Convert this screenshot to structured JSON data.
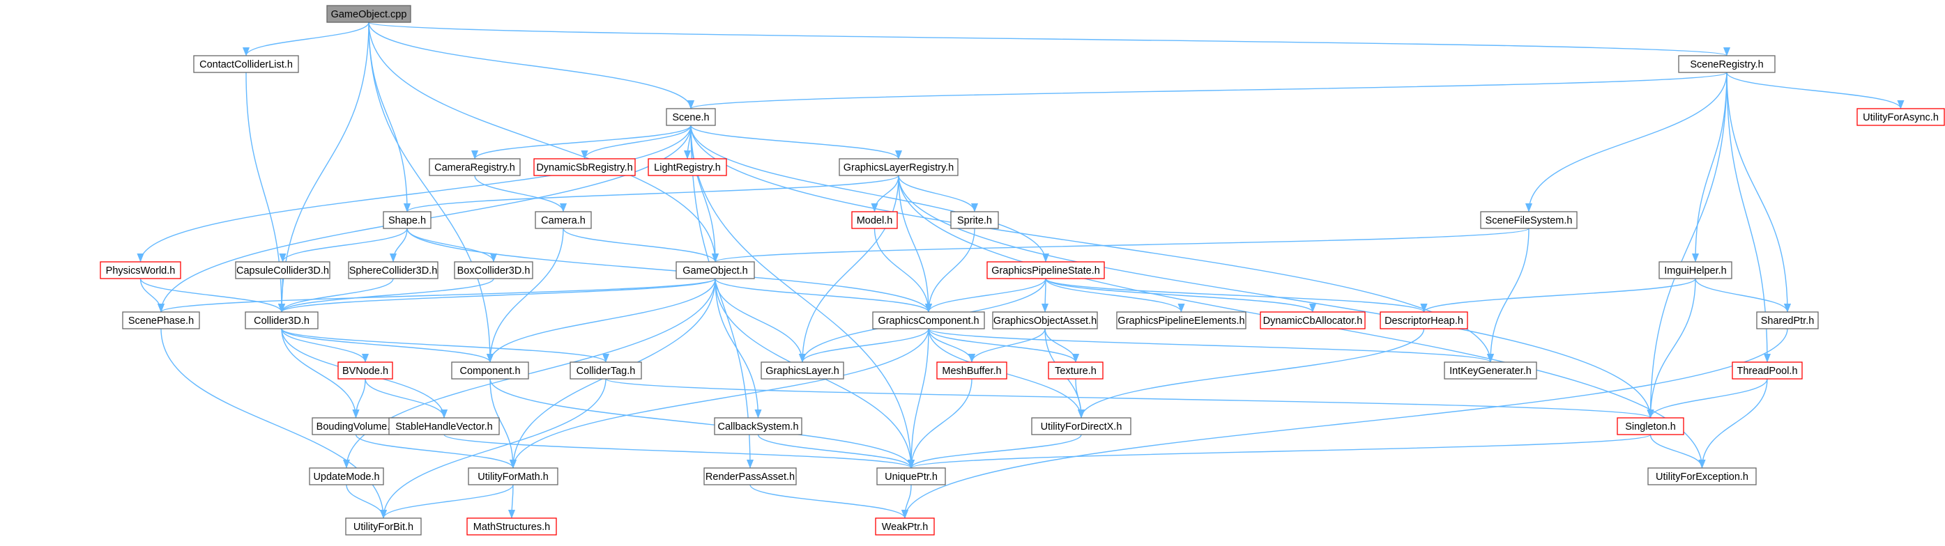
{
  "diagram": {
    "type": "include-dependency-graph",
    "colors": {
      "edge": "#63b8ff",
      "node_border": "#666666",
      "node_border_incomplete": "#ff0000",
      "root_fill": "#999999"
    },
    "nodes": [
      {
        "id": "GameObjectCpp",
        "label": "GameObject.cpp",
        "style": "root"
      },
      {
        "id": "ContactColliderList",
        "label": "ContactColliderList.h",
        "style": "normal"
      },
      {
        "id": "SceneRegistry",
        "label": "SceneRegistry.h",
        "style": "normal"
      },
      {
        "id": "UtilityForAsync",
        "label": "UtilityForAsync.h",
        "style": "red"
      },
      {
        "id": "Scene",
        "label": "Scene.h",
        "style": "normal"
      },
      {
        "id": "CameraRegistry",
        "label": "CameraRegistry.h",
        "style": "normal"
      },
      {
        "id": "DynamicSbRegistry",
        "label": "DynamicSbRegistry.h",
        "style": "red"
      },
      {
        "id": "LightRegistry",
        "label": "LightRegistry.h",
        "style": "red"
      },
      {
        "id": "GraphicsLayerRegistry",
        "label": "GraphicsLayerRegistry.h",
        "style": "normal"
      },
      {
        "id": "Shape",
        "label": "Shape.h",
        "style": "normal"
      },
      {
        "id": "Camera",
        "label": "Camera.h",
        "style": "normal"
      },
      {
        "id": "Model",
        "label": "Model.h",
        "style": "red"
      },
      {
        "id": "Sprite",
        "label": "Sprite.h",
        "style": "normal"
      },
      {
        "id": "SceneFileSystem",
        "label": "SceneFileSystem.h",
        "style": "normal"
      },
      {
        "id": "PhysicsWorld",
        "label": "PhysicsWorld.h",
        "style": "red"
      },
      {
        "id": "CapsuleCollider3D",
        "label": "CapsuleCollider3D.h",
        "style": "normal"
      },
      {
        "id": "SphereCollider3D",
        "label": "SphereCollider3D.h",
        "style": "normal"
      },
      {
        "id": "BoxCollider3D",
        "label": "BoxCollider3D.h",
        "style": "normal"
      },
      {
        "id": "GameObjectH",
        "label": "GameObject.h",
        "style": "normal"
      },
      {
        "id": "GraphicsPipelineState",
        "label": "GraphicsPipelineState.h",
        "style": "red"
      },
      {
        "id": "ImguiHelper",
        "label": "ImguiHelper.h",
        "style": "normal"
      },
      {
        "id": "ScenePhase",
        "label": "ScenePhase.h",
        "style": "normal"
      },
      {
        "id": "Collider3D",
        "label": "Collider3D.h",
        "style": "normal"
      },
      {
        "id": "GraphicsComponent",
        "label": "GraphicsComponent.h",
        "style": "normal"
      },
      {
        "id": "GraphicsObjectAsset",
        "label": "GraphicsObjectAsset.h",
        "style": "normal"
      },
      {
        "id": "GraphicsPipelineElements",
        "label": "GraphicsPipelineElements.h",
        "style": "normal"
      },
      {
        "id": "DynamicCbAllocator",
        "label": "DynamicCbAllocator.h",
        "style": "red"
      },
      {
        "id": "DescriptorHeap",
        "label": "DescriptorHeap.h",
        "style": "red"
      },
      {
        "id": "SharedPtr",
        "label": "SharedPtr.h",
        "style": "normal"
      },
      {
        "id": "BVNode",
        "label": "BVNode.h",
        "style": "red"
      },
      {
        "id": "Component",
        "label": "Component.h",
        "style": "normal"
      },
      {
        "id": "ColliderTag",
        "label": "ColliderTag.h",
        "style": "normal"
      },
      {
        "id": "GraphicsLayer",
        "label": "GraphicsLayer.h",
        "style": "normal"
      },
      {
        "id": "MeshBuffer",
        "label": "MeshBuffer.h",
        "style": "red"
      },
      {
        "id": "Texture",
        "label": "Texture.h",
        "style": "red"
      },
      {
        "id": "IntKeyGenerater",
        "label": "IntKeyGenerater.h",
        "style": "normal"
      },
      {
        "id": "ThreadPool",
        "label": "ThreadPool.h",
        "style": "red"
      },
      {
        "id": "BoudingVolume",
        "label": "BoudingVolume.h",
        "style": "normal"
      },
      {
        "id": "StableHandleVector",
        "label": "StableHandleVector.h",
        "style": "normal"
      },
      {
        "id": "CallbackSystem",
        "label": "CallbackSystem.h",
        "style": "normal"
      },
      {
        "id": "UtilityForDirectX",
        "label": "UtilityForDirectX.h",
        "style": "normal"
      },
      {
        "id": "Singleton",
        "label": "Singleton.h",
        "style": "red"
      },
      {
        "id": "UpdateMode",
        "label": "UpdateMode.h",
        "style": "normal"
      },
      {
        "id": "UtilityForMath",
        "label": "UtilityForMath.h",
        "style": "normal"
      },
      {
        "id": "RenderPassAsset",
        "label": "RenderPassAsset.h",
        "style": "normal"
      },
      {
        "id": "UniquePtr",
        "label": "UniquePtr.h",
        "style": "normal"
      },
      {
        "id": "UtilityForException",
        "label": "UtilityForException.h",
        "style": "normal"
      },
      {
        "id": "UtilityForBit",
        "label": "UtilityForBit.h",
        "style": "normal"
      },
      {
        "id": "MathStructures",
        "label": "MathStructures.h",
        "style": "red"
      },
      {
        "id": "WeakPtr",
        "label": "WeakPtr.h",
        "style": "red"
      }
    ],
    "edges": [
      [
        "GameObjectCpp",
        "ContactColliderList"
      ],
      [
        "GameObjectCpp",
        "SceneRegistry"
      ],
      [
        "GameObjectCpp",
        "Scene"
      ],
      [
        "GameObjectCpp",
        "Shape"
      ],
      [
        "GameObjectCpp",
        "GameObjectH"
      ],
      [
        "GameObjectCpp",
        "Collider3D"
      ],
      [
        "GameObjectCpp",
        "Component"
      ],
      [
        "ContactColliderList",
        "Collider3D"
      ],
      [
        "SceneRegistry",
        "Scene"
      ],
      [
        "SceneRegistry",
        "UtilityForAsync"
      ],
      [
        "SceneRegistry",
        "SceneFileSystem"
      ],
      [
        "SceneRegistry",
        "ImguiHelper"
      ],
      [
        "SceneRegistry",
        "SharedPtr"
      ],
      [
        "SceneRegistry",
        "ThreadPool"
      ],
      [
        "SceneRegistry",
        "Singleton"
      ],
      [
        "Scene",
        "CameraRegistry"
      ],
      [
        "Scene",
        "DynamicSbRegistry"
      ],
      [
        "Scene",
        "LightRegistry"
      ],
      [
        "Scene",
        "GraphicsLayerRegistry"
      ],
      [
        "Scene",
        "PhysicsWorld"
      ],
      [
        "Scene",
        "ScenePhase"
      ],
      [
        "Scene",
        "GameObjectH"
      ],
      [
        "Scene",
        "GraphicsPipelineState"
      ],
      [
        "Scene",
        "IntKeyGenerater"
      ],
      [
        "Scene",
        "UniquePtr"
      ],
      [
        "Scene",
        "RenderPassAsset"
      ],
      [
        "CameraRegistry",
        "Camera"
      ],
      [
        "GraphicsLayerRegistry",
        "Shape"
      ],
      [
        "GraphicsLayerRegistry",
        "Model"
      ],
      [
        "GraphicsLayerRegistry",
        "Sprite"
      ],
      [
        "GraphicsLayerRegistry",
        "GraphicsComponent"
      ],
      [
        "GraphicsLayerRegistry",
        "GraphicsLayer"
      ],
      [
        "GraphicsLayerRegistry",
        "Singleton"
      ],
      [
        "GraphicsLayerRegistry",
        "UtilityForException"
      ],
      [
        "Shape",
        "CapsuleCollider3D"
      ],
      [
        "Shape",
        "SphereCollider3D"
      ],
      [
        "Shape",
        "BoxCollider3D"
      ],
      [
        "Shape",
        "GraphicsComponent"
      ],
      [
        "Camera",
        "GameObjectH"
      ],
      [
        "Camera",
        "Component"
      ],
      [
        "Model",
        "GraphicsComponent"
      ],
      [
        "Sprite",
        "GraphicsComponent"
      ],
      [
        "SceneFileSystem",
        "GameObjectH"
      ],
      [
        "SceneFileSystem",
        "IntKeyGenerater"
      ],
      [
        "PhysicsWorld",
        "ScenePhase"
      ],
      [
        "PhysicsWorld",
        "Collider3D"
      ],
      [
        "CapsuleCollider3D",
        "Collider3D"
      ],
      [
        "SphereCollider3D",
        "Collider3D"
      ],
      [
        "BoxCollider3D",
        "Collider3D"
      ],
      [
        "GameObjectH",
        "ScenePhase"
      ],
      [
        "GameObjectH",
        "Collider3D"
      ],
      [
        "GameObjectH",
        "GraphicsComponent"
      ],
      [
        "GameObjectH",
        "Component"
      ],
      [
        "GameObjectH",
        "GraphicsLayer"
      ],
      [
        "GameObjectH",
        "UpdateMode"
      ],
      [
        "GameObjectH",
        "UtilityForMath"
      ],
      [
        "GameObjectH",
        "CallbackSystem"
      ],
      [
        "GameObjectH",
        "UniquePtr"
      ],
      [
        "GraphicsPipelineState",
        "GraphicsComponent"
      ],
      [
        "GraphicsPipelineState",
        "GraphicsObjectAsset"
      ],
      [
        "GraphicsPipelineState",
        "GraphicsPipelineElements"
      ],
      [
        "GraphicsPipelineState",
        "DynamicCbAllocator"
      ],
      [
        "GraphicsPipelineState",
        "DescriptorHeap"
      ],
      [
        "GraphicsPipelineState",
        "GraphicsLayer"
      ],
      [
        "ImguiHelper",
        "DescriptorHeap"
      ],
      [
        "ImguiHelper",
        "SharedPtr"
      ],
      [
        "ImguiHelper",
        "Singleton"
      ],
      [
        "ScenePhase",
        "UtilityForBit"
      ],
      [
        "Collider3D",
        "BVNode"
      ],
      [
        "Collider3D",
        "Component"
      ],
      [
        "Collider3D",
        "ColliderTag"
      ],
      [
        "Collider3D",
        "BoudingVolume"
      ],
      [
        "Collider3D",
        "StableHandleVector"
      ],
      [
        "GraphicsComponent",
        "GraphicsLayer"
      ],
      [
        "GraphicsComponent",
        "MeshBuffer"
      ],
      [
        "GraphicsComponent",
        "Texture"
      ],
      [
        "GraphicsComponent",
        "IntKeyGenerater"
      ],
      [
        "GraphicsComponent",
        "UtilityForDirectX"
      ],
      [
        "GraphicsComponent",
        "UniquePtr"
      ],
      [
        "GraphicsComponent",
        "UtilityForMath"
      ],
      [
        "GraphicsObjectAsset",
        "MeshBuffer"
      ],
      [
        "GraphicsObjectAsset",
        "Texture"
      ],
      [
        "GraphicsObjectAsset",
        "UtilityForDirectX"
      ],
      [
        "DescriptorHeap",
        "UtilityForDirectX"
      ],
      [
        "SharedPtr",
        "WeakPtr"
      ],
      [
        "BVNode",
        "BoudingVolume"
      ],
      [
        "BVNode",
        "StableHandleVector"
      ],
      [
        "Component",
        "UtilityForMath"
      ],
      [
        "Component",
        "UniquePtr"
      ],
      [
        "ColliderTag",
        "Singleton"
      ],
      [
        "ColliderTag",
        "UtilityForBit"
      ],
      [
        "MeshBuffer",
        "UniquePtr"
      ],
      [
        "Texture",
        "UtilityForDirectX"
      ],
      [
        "ThreadPool",
        "Singleton"
      ],
      [
        "ThreadPool",
        "UtilityForException"
      ],
      [
        "BoudingVolume",
        "UtilityForMath"
      ],
      [
        "StableHandleVector",
        "UniquePtr"
      ],
      [
        "CallbackSystem",
        "UniquePtr"
      ],
      [
        "UtilityForDirectX",
        "UniquePtr"
      ],
      [
        "Singleton",
        "UniquePtr"
      ],
      [
        "Singleton",
        "UtilityForException"
      ],
      [
        "UpdateMode",
        "UtilityForBit"
      ],
      [
        "UtilityForMath",
        "UtilityForBit"
      ],
      [
        "UtilityForMath",
        "MathStructures"
      ],
      [
        "RenderPassAsset",
        "WeakPtr"
      ],
      [
        "UniquePtr",
        "WeakPtr"
      ]
    ]
  }
}
